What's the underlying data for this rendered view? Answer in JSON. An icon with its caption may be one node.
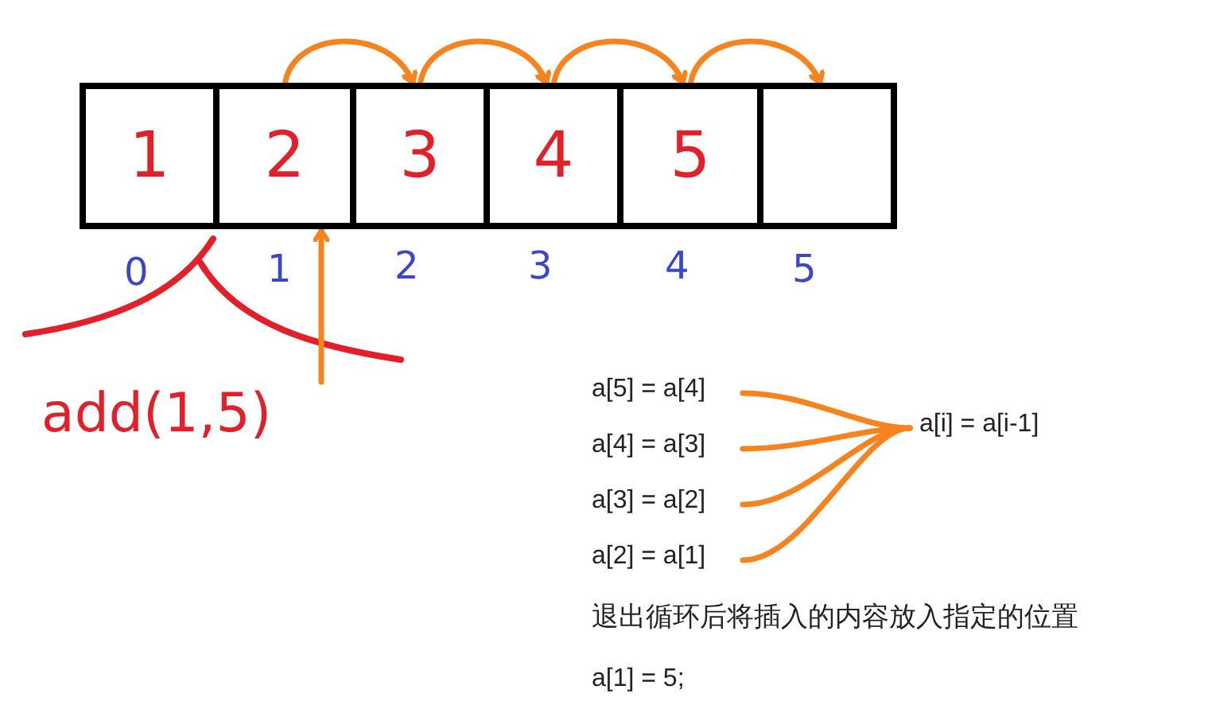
{
  "diagram": {
    "nodes": [
      {
        "text": [
          "1"
        ]
      },
      {
        "text": [
          "2"
        ]
      },
      {
        "text": [
          "3"
        ]
      },
      {
        "text": [
          "4"
        ]
      },
      {
        "text": [
          "5"
        ]
      },
      {
        "text": [],
        "shape": "box"
      },
      {
        "text": [
          "add(1,5)"
        ]
      },
      {
        "text": [
          "a[5] = a[4]"
        ]
      },
      {
        "text": [
          "a[4] = a[3]"
        ]
      },
      {
        "text": [
          "a[3] = a[2]"
        ]
      },
      {
        "text": [
          "a[2] = a[1]"
        ]
      },
      {
        "text": [
          "a[i] = a[i-1]"
        ]
      }
    ],
    "edges": [
      {
        "from": 1,
        "to": 2,
        "arrow": "to"
      },
      {
        "from": 2,
        "to": 3,
        "arrow": "to"
      },
      {
        "from": 3,
        "to": 4,
        "arrow": "to"
      },
      {
        "from": 4,
        "to": 5,
        "arrow": "to"
      },
      {
        "from": 6,
        "to": 1,
        "arrow": "to"
      },
      {
        "from": 7,
        "to": 11,
        "arrow": "none"
      },
      {
        "from": 8,
        "to": 11,
        "arrow": "none"
      },
      {
        "from": 9,
        "to": 11,
        "arrow": "none"
      },
      {
        "from": 10,
        "to": 11,
        "arrow": "none"
      }
    ],
    "labels": [
      "0",
      "1",
      "2",
      "3",
      "4",
      "5",
      "退出循环后将插入的内容放入指定的位置",
      "a[1] = 5;"
    ]
  }
}
